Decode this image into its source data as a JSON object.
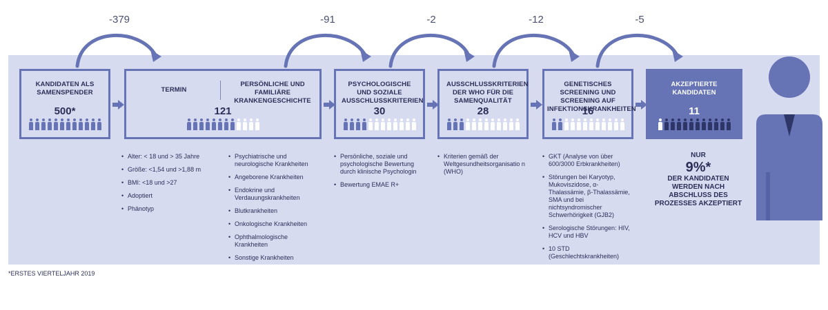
{
  "stages": [
    {
      "title": "KANDIDATEN ALS SAMENSPENDER",
      "count": "500*"
    },
    {
      "title_a": "TERMIN",
      "title_b": "PERSÖNLICHE UND FAMILIÄRE KRANKENGESCHICHTE",
      "count": "121"
    },
    {
      "title": "PSYCHOLOGISCHE UND SOZIALE AUSSCHLUSSKRITERIEN",
      "count": "30"
    },
    {
      "title": "AUSSCHLUSSKRITERIEN DER WHO FÜR DIE SAMENQUALITÄT",
      "count": "28"
    },
    {
      "title": "GENETISCHES SCREENING UND SCREENING AUF INFEKTIONSKRANKHEITEN",
      "count": "16"
    },
    {
      "title": "AKZEPTIERTE KANDIDATEN",
      "count": "11"
    }
  ],
  "deltas": [
    "-379",
    "-91",
    "-2",
    "-12",
    "-5"
  ],
  "criteria": {
    "termin": [
      "Alter: < 18 und > 35 Jahre",
      "Größe: <1,54 und >1,88 m",
      "BMI: <18 und >27",
      "Adoptiert",
      "Phänotyp"
    ],
    "krankengeschichte": [
      "Psychiatrische und neurologische Krankheiten",
      "Angeborene Krankheiten",
      "Endokrine und Verdauungskrankheiten",
      "Blutkrankheiten",
      "Onkologische Krankheiten",
      "Ophthalmologische Krankheiten",
      "Sonstige Krankheiten"
    ],
    "psychologisch": [
      "Persönliche, soziale und psychologische Bewertung durch klinische Psychologin",
      "Bewertung EMAE R+"
    ],
    "who": [
      "Kriterien gemäß der Weltgesundheitsorganisatio n (WHO)"
    ],
    "genetisch": [
      "GKT (Analyse von über 600/3000 Erbkrankheiten)",
      "Störungen bei Karyotyp, Mukoviszidose, α-Thalassämie, β-Thalassämie, SMA und bei nichtsyndromischer Schwerhörigkeit (GJB2)",
      "Serologische Störungen: HIV, HCV und HBV",
      "10 STD (Geschlechtskrankheiten)"
    ]
  },
  "summary": {
    "line1": "NUR",
    "pct": "9%*",
    "line2": "DER KANDIDATEN WERDEN NACH ABSCHLUSS DES PROZESSES AKZEPTIERT"
  },
  "footnote": "*ERSTES VIERTELJAHR 2019",
  "colors": {
    "accent": "#6674b5",
    "band": "#d7dbf0",
    "text": "#2b2f57"
  }
}
